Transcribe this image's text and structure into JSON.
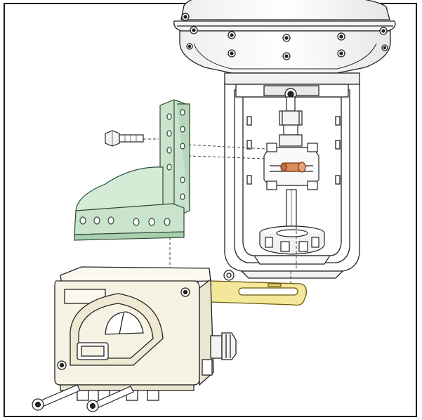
{
  "figure": {
    "kind": "exploded-assembly-illustration",
    "parts": [
      {
        "id": "actuator",
        "icon": "diaphragm-actuator-icon"
      },
      {
        "id": "valve-stem-coupling",
        "icon": "stem-coupling-icon"
      },
      {
        "id": "mounting-bracket",
        "icon": "angle-bracket-icon",
        "color": "#c9e3cc"
      },
      {
        "id": "hex-bolt",
        "icon": "hex-bolt-icon"
      },
      {
        "id": "positioner",
        "icon": "positioner-housing-icon",
        "color": "#f7f3e4"
      },
      {
        "id": "feedback-lever",
        "icon": "slotted-lever-icon",
        "color": "#f3e89a"
      },
      {
        "id": "mounting-screws",
        "icon": "screw-icon"
      }
    ],
    "colors": {
      "outline": "#222222",
      "frame": "#1a1a1a",
      "bracket_fill": "#c9e3cc",
      "lever_fill": "#f3e89a",
      "positioner_fill": "#f7f3e4",
      "coupling_nut": "#d98a5a",
      "background": "#ffffff"
    }
  }
}
